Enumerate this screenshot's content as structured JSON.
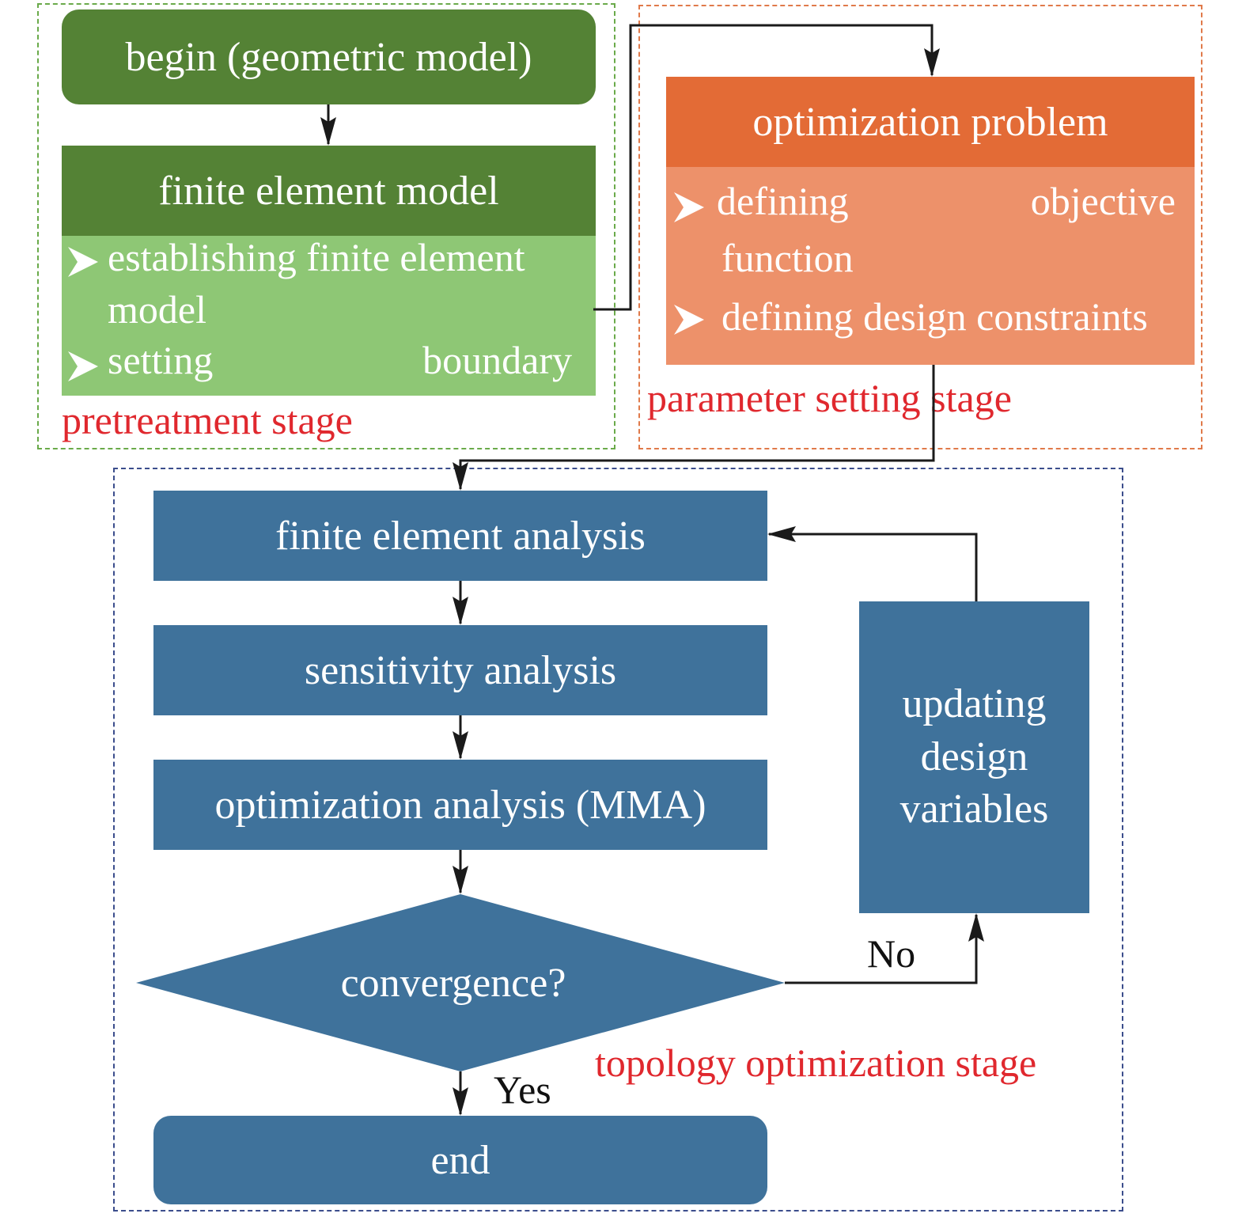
{
  "stages": {
    "pretreatment": "pretreatment stage",
    "parameter": "parameter setting stage",
    "topology": "topology optimization stage"
  },
  "pretreatment": {
    "begin": "begin (geometric model)",
    "fem_title": "finite element model",
    "bullet1_a": "establishing finite element",
    "bullet1_b": "model",
    "bullet2_a": "setting",
    "bullet2_b": "boundary"
  },
  "parameter": {
    "title": "optimization problem",
    "bullet1_a": "defining",
    "bullet1_b": "objective",
    "bullet1_c": "function",
    "bullet2": "defining design constraints"
  },
  "topology": {
    "fea": "finite element analysis",
    "sensitivity": "sensitivity analysis",
    "optimization": "optimization analysis (MMA)",
    "convergence": "convergence?",
    "update": "updating design variables",
    "end": "end",
    "no_label": "No",
    "yes_label": "Yes"
  },
  "colors": {
    "dark_green": "#548235",
    "light_green": "#8ec775",
    "dark_orange": "#e36b36",
    "light_orange": "#ed916a",
    "blue": "#3f729b",
    "stage_label_red": "#e0282e"
  },
  "icons": {
    "bullet": "arrowhead-bullet-icon"
  }
}
